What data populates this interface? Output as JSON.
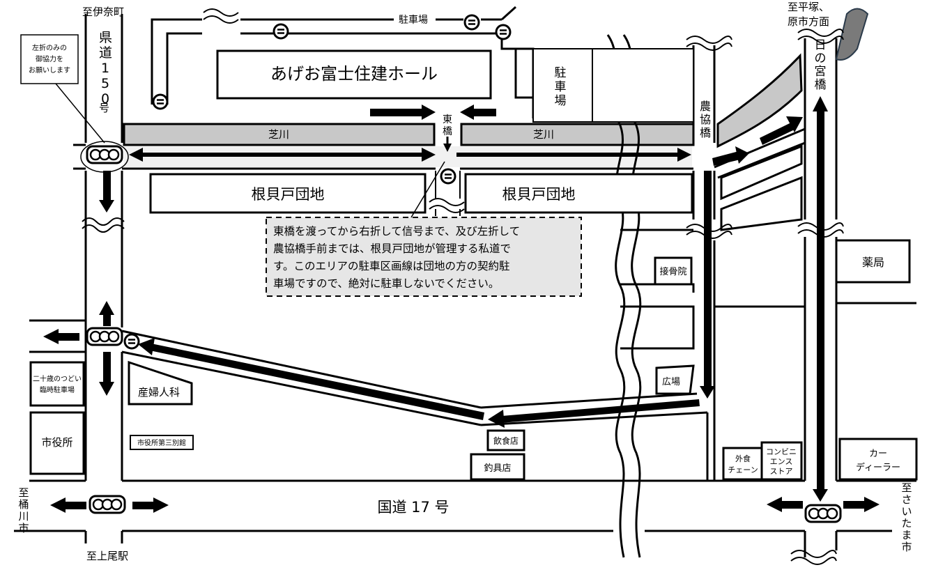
{
  "labels": {
    "to_inamachi": "至伊奈町",
    "prefectural_road": [
      "県",
      "道",
      "1",
      "5",
      "0",
      "号"
    ],
    "left_turn_note": [
      "左折のみの",
      "御協力を",
      "お願いします"
    ],
    "parking_top": "駐車場",
    "parking_right": [
      "駐",
      "車",
      "場"
    ],
    "hall": "あげお富士住建ホール",
    "higashi_bridge": [
      "東",
      "橋"
    ],
    "shiba_river_left": "芝川",
    "shiba_river_right": "芝川",
    "nokyo_bridge": [
      "農",
      "協",
      "橋"
    ],
    "to_hiratsuka": [
      "至平塚、",
      "原市方面"
    ],
    "hinomiya_bridge": [
      "日",
      "の",
      "宮",
      "橋"
    ],
    "danchi_left": "根貝戸団地",
    "danchi_right": "根貝戸団地",
    "private_road_note": [
      "東橋を渡ってから右折して信号まで、及び左折して",
      "農協橋手前までは、根貝戸団地が管理する私道で",
      "す。このエリアの駐車区画線は団地の方の契約駐",
      "車場ですので、絶対に駐車しないでください。"
    ],
    "bonesetter": "接骨院",
    "pharmacy": "薬局",
    "hiroba": "広場",
    "temp_parking": [
      "二十歳のつどい",
      "臨時駐車場"
    ],
    "city_hall": "市役所",
    "maternity": "産婦人科",
    "city_hall_annex": "市役所第三別館",
    "restaurant": "飲食店",
    "fishing_store": "釣具店",
    "fast_food": [
      "外食",
      "チェーン"
    ],
    "convenience": [
      "コンビニ",
      "エンス",
      "ストア"
    ],
    "car_dealer": [
      "カー",
      "ディーラー"
    ],
    "national_route": "国道 17 号",
    "to_okegawa": [
      "至",
      "桶",
      "川",
      "市"
    ],
    "to_ageo_station": "至上尾駅",
    "to_saitama": [
      "至",
      "さ",
      "い",
      "た",
      "ま",
      "市"
    ]
  },
  "colors": {
    "canal_fill": "#c8c8c8",
    "note_fill": "#e6e6e6",
    "ink": "#000000",
    "pond": "#7a7a7a"
  },
  "icons": [
    "traffic-light-icon",
    "parking-entrance-icon",
    "direction-arrow-icon"
  ]
}
